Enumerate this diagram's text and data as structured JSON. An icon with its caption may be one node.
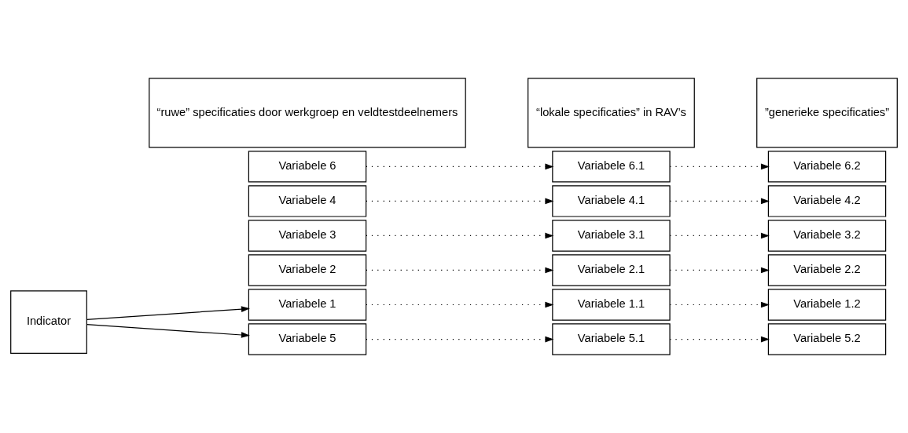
{
  "diagram": {
    "nodes": [
      {
        "text": [
          "Indicator"
        ]
      },
      {
        "text": [
          "Variabele 1"
        ]
      },
      {
        "text": [
          "Variabele 1.1"
        ]
      },
      {
        "text": [
          "Variabele 1.2"
        ]
      },
      {
        "text": [
          "Variabele 2"
        ]
      },
      {
        "text": [
          "Variabele 2.1"
        ]
      },
      {
        "text": [
          "Variabele 2.2"
        ]
      },
      {
        "text": [
          "Variabele 3"
        ]
      },
      {
        "text": [
          "Variabele 3.1"
        ]
      },
      {
        "text": [
          "Variabele 3.2"
        ]
      },
      {
        "text": [
          "Variabele 4"
        ]
      },
      {
        "text": [
          "Variabele 4.1"
        ]
      },
      {
        "text": [
          "Variabele 4.2"
        ]
      },
      {
        "text": [
          "Variabele 5"
        ]
      },
      {
        "text": [
          "Variabele 5.1"
        ]
      },
      {
        "text": [
          "Variabele 5.2"
        ]
      },
      {
        "text": [
          "Variabele 6"
        ]
      },
      {
        "text": [
          "Variabele 6.1"
        ]
      },
      {
        "text": [
          "Variabele 6.2"
        ]
      },
      {
        "text": [
          "“ruwe” specificaties door werkgroep en veldtestdeelnemers"
        ]
      },
      {
        "text": [
          "“lokale specificaties” in RAV’s"
        ]
      },
      {
        "text": [
          "”generieke specificaties”"
        ]
      }
    ],
    "edges": [
      {
        "from": 0,
        "to": 1,
        "arrow": "to"
      },
      {
        "from": 0,
        "to": 13,
        "arrow": "to"
      },
      {
        "from": 1,
        "to": 2,
        "arrow": "to",
        "style": "dashed"
      },
      {
        "from": 2,
        "to": 3,
        "arrow": "to",
        "style": "dashed"
      },
      {
        "from": 4,
        "to": 5,
        "arrow": "to",
        "style": "dashed"
      },
      {
        "from": 5,
        "to": 6,
        "arrow": "to",
        "style": "dashed"
      },
      {
        "from": 7,
        "to": 8,
        "arrow": "to",
        "style": "dashed"
      },
      {
        "from": 8,
        "to": 9,
        "arrow": "to",
        "style": "dashed"
      },
      {
        "from": 10,
        "to": 11,
        "arrow": "to",
        "style": "dashed"
      },
      {
        "from": 11,
        "to": 12,
        "arrow": "to",
        "style": "dashed"
      },
      {
        "from": 13,
        "to": 14,
        "arrow": "to",
        "style": "dashed"
      },
      {
        "from": 14,
        "to": 15,
        "arrow": "to",
        "style": "dashed"
      },
      {
        "from": 16,
        "to": 17,
        "arrow": "to",
        "style": "dashed"
      },
      {
        "from": 17,
        "to": 18,
        "arrow": "to",
        "style": "dashed"
      }
    ]
  }
}
